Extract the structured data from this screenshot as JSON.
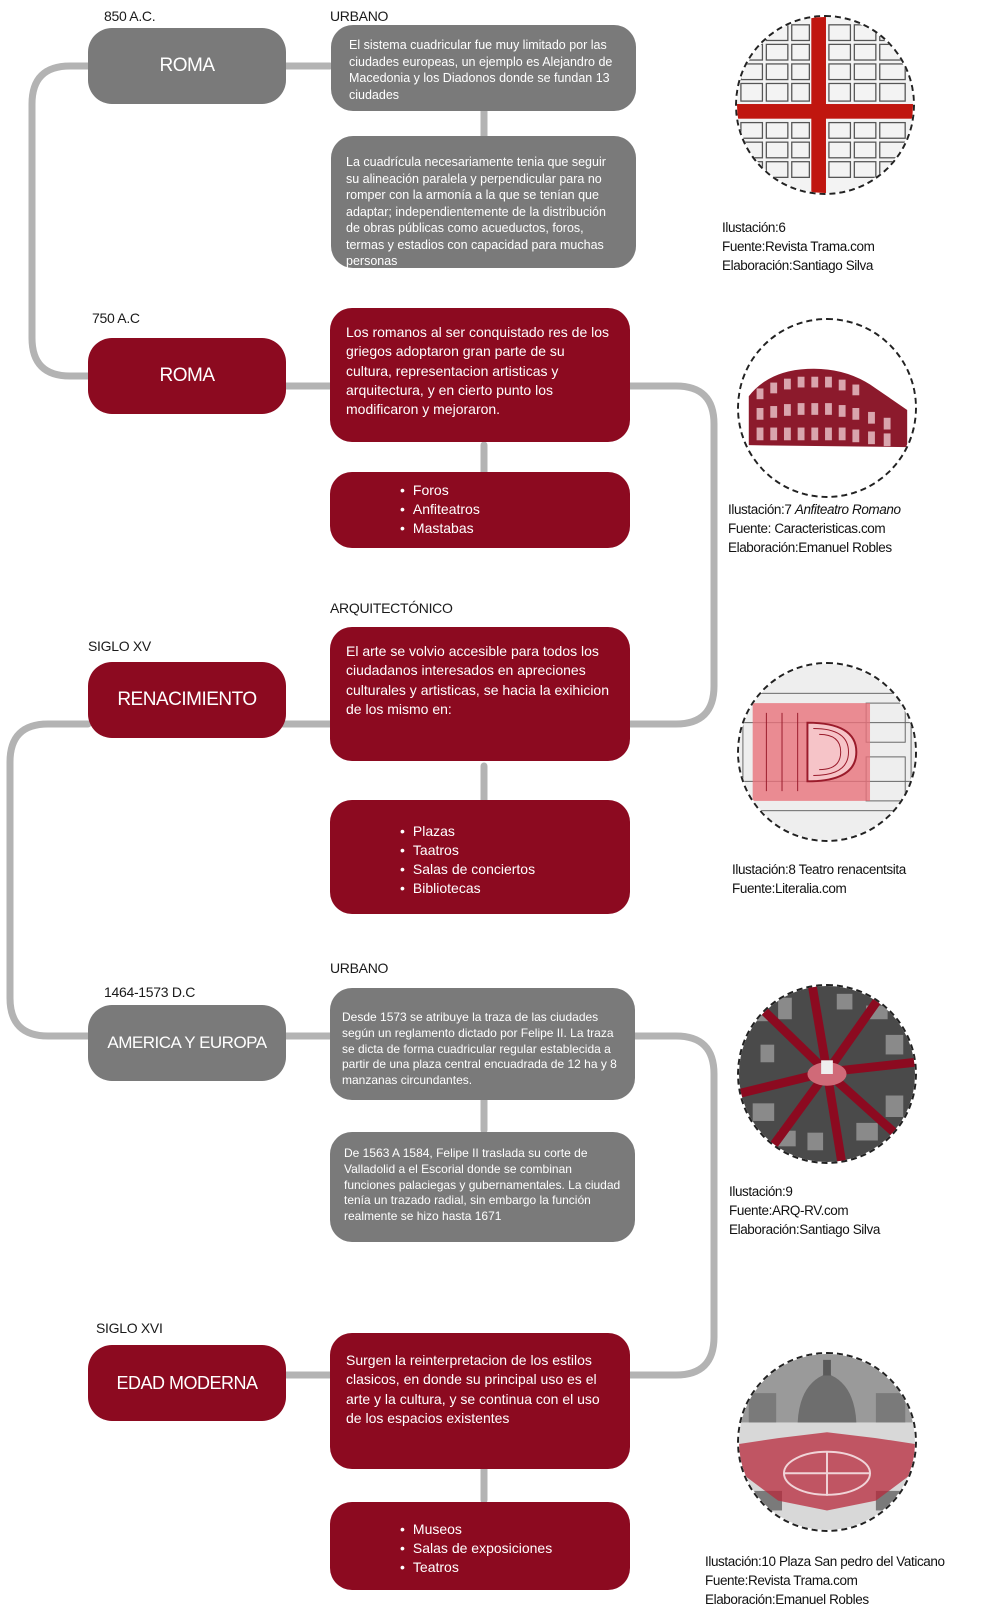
{
  "colors": {
    "red": "#8c0a20",
    "gray": "#7a7a7a",
    "connector": "#b3b3b3"
  },
  "sections": [
    {
      "date": "850 A.C.",
      "category": "URBANO",
      "era": "ROMA",
      "text1": "El sistema cuadricular fue muy limitado por las ciudades europeas, un ejemplo es Alejandro de Macedonia y los Diadonos donde se fundan 13 ciudades",
      "text2": "La cuadrícula necesariamente tenia que seguir su alineación paralela y perpendicular para no romper con la armonía a la que se tenían que adaptar; independientemente de la distribución de obras públicas como acueductos, foros, termas y estadios con capacidad para muchas personas",
      "caption": [
        "Ilustación:6",
        "Fuente:Revista Trama.com",
        "Elaboración:Santiago Silva"
      ],
      "icon": "urban-grid-plan-icon"
    },
    {
      "date": "750 A.C",
      "era": "ROMA",
      "text1": "Los romanos al ser conquistado res de los griegos adoptaron gran parte de su cultura, representacion artisticas y arquitectura, y en cierto punto los modificaron y mejoraron.",
      "items": [
        "Foros",
        "Anfiteatros",
        "Mastabas"
      ],
      "caption_prefix": "Ilustación:7 ",
      "caption_italic": "Anfiteatro Romano",
      "caption": [
        "Fuente: Caracteristicas.com",
        "Elaboración:Emanuel Robles"
      ],
      "icon": "colosseum-icon"
    },
    {
      "category": "ARQUITECTÓNICO",
      "date": "SIGLO XV",
      "era": "RENACIMIENTO",
      "text1": "El arte se volvio accesible para todos los ciudadanos interesados en apreciones culturales y artisticas, se hacia la exihicion de los mismo en:",
      "items": [
        "Plazas",
        "Taatros",
        "Salas de conciertos",
        "Bibliotecas"
      ],
      "caption": [
        "Ilustación:8 Teatro renacentsita",
        "Fuente:Literalia.com"
      ],
      "icon": "theatre-plan-icon"
    },
    {
      "category": "URBANO",
      "date": "1464-1573 D.C",
      "era": "AMERICA Y EUROPA",
      "text1": "Desde 1573 se atribuye la traza de las ciudades según un reglamento dictado por Felipe II. La traza se dicta de forma cuadricular regular establecida a partir de una plaza central encuadrada de 12 ha y 8 manzanas circundantes.",
      "text2": "De 1563 A 1584, Felipe II traslada su corte de Valladolid a el Escorial donde se combinan funciones palaciegas y gubernamentales. La ciudad tenía un trazado radial, sin embargo la función realmente se hizo hasta 1671",
      "caption": [
        "Ilustación:9",
        "Fuente:ARQ-RV.com",
        "Elaboración:Santiago Silva"
      ],
      "icon": "radial-city-plan-icon"
    },
    {
      "date": "SIGLO XVI",
      "era": "EDAD MODERNA",
      "text1": "Surgen la reinterpretacion de los estilos clasicos, en donde su principal uso es el arte y la cultura, y se continua con el uso de los espacios existentes",
      "items": [
        "Museos",
        "Salas de exposiciones",
        "Teatros"
      ],
      "caption": [
        "Ilustación:10 Plaza San pedro del Vaticano",
        "Fuente:Revista Trama.com",
        "Elaboración:Emanuel Robles"
      ],
      "icon": "st-peters-square-icon"
    }
  ]
}
